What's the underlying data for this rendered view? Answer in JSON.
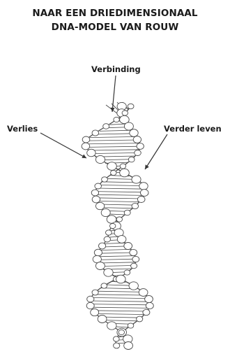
{
  "title": {
    "line1": "NAAR EEN DRIEDIMENSIONAAL",
    "line2": "DNA-MODEL VAN ROUW"
  },
  "labels": {
    "connection": "Verbinding",
    "loss": "Verlies",
    "continue_living": "Verder leven"
  },
  "colors": {
    "text": "#1a1a1a",
    "stroke": "#4a4a4a",
    "fill": "#ffffff"
  }
}
